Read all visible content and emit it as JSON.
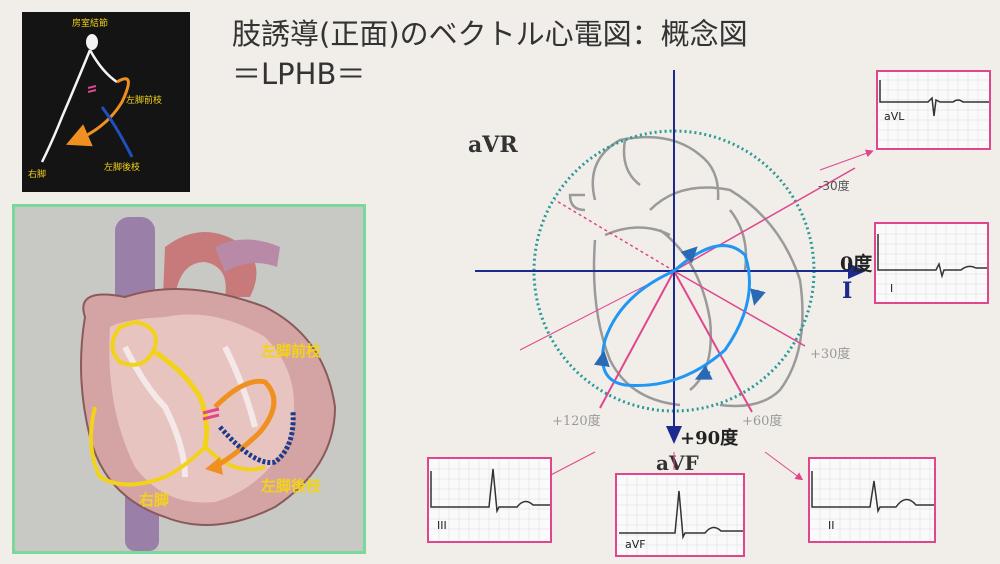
{
  "title": {
    "line1": "肢誘導(正面)のベクトル心電図：概念図",
    "line2": "＝LPHB＝"
  },
  "conduction_panel": {
    "av_node": "房室結節",
    "left_anterior": "左脚前枝",
    "left_posterior": "左脚後枝",
    "right_bundle": "右脚"
  },
  "heart_panel": {
    "left_anterior": "左脚前枝",
    "left_posterior": "左脚後枝",
    "right_bundle": "右脚"
  },
  "axes": {
    "avr": "aVR",
    "avf": "aVF",
    "lead_i": "I",
    "deg_0": "0度",
    "deg_minus30": "-30度",
    "deg_30": "+30度",
    "deg_60": "+60度",
    "deg_90": "+90度",
    "deg_120": "+120度"
  },
  "ecg_labels": {
    "avl": "aVL",
    "i": "I",
    "iii": "III",
    "avf": "aVF",
    "ii": "II"
  },
  "colors": {
    "axis": "#1b2a8c",
    "lead_lines": "#e0468c",
    "circle": "#2a9a96",
    "vector_loop": "#2196f3",
    "anterior": "#f0a020",
    "posterior": "#1e3a8a",
    "right_bundle": "#f2d21b",
    "panel_border": "#7ad89a"
  }
}
